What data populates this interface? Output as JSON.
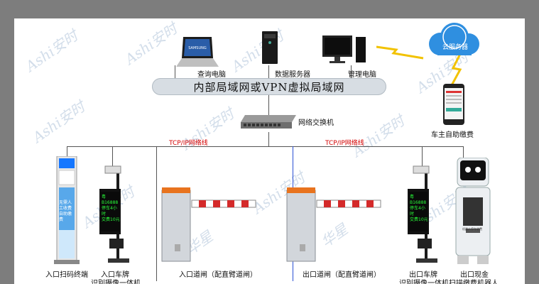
{
  "watermark": {
    "text": "Ashi安时",
    "brand": "华星"
  },
  "top_devices": {
    "query_pc": "查询电脑",
    "data_server": "数据服务器",
    "admin_pc": "管理电脑",
    "laptop_brand": "SAMSUNG"
  },
  "cloud": {
    "label": "云服务器"
  },
  "network": {
    "banner": "内部局域网或VPN虚拟局域网",
    "switch": "网络交换机",
    "tcp_left": "TCP/IP网络线",
    "tcp_right": "TCP/IP网络线"
  },
  "mobile": {
    "label": "车主自助缴费"
  },
  "entry_terminal": {
    "label": "入口扫码终端",
    "screen_text": "无需人工收费 自助缴费"
  },
  "entry_camera": {
    "label_line1": "入口车牌",
    "label_line2": "识别摄像一体机",
    "display_lines": [
      "粤B16888",
      "停车4小时",
      "交费10元"
    ]
  },
  "entry_gate": {
    "label": "入口道闸（配直臂道闸）"
  },
  "exit_gate": {
    "label": "出口道闸（配直臂道闸）"
  },
  "exit_camera": {
    "label_line1": "出口车牌",
    "label_line2": "识别摄像一体机",
    "display_lines": [
      "粤B16888",
      "停车4小时",
      "交费10元"
    ]
  },
  "kiosk": {
    "label_line1": "出口现金",
    "label_line2": "扫描缴费机器人",
    "caption": "机器人停车收费"
  },
  "colors": {
    "frame": "#7d7d7d",
    "banner": "#d7dde3",
    "tcp_text": "#d40000",
    "gate_orange": "#e8731e",
    "arm_red": "#d42a2a",
    "cloud_blue": "#2f8fe0",
    "led_green": "#29ff3a"
  }
}
